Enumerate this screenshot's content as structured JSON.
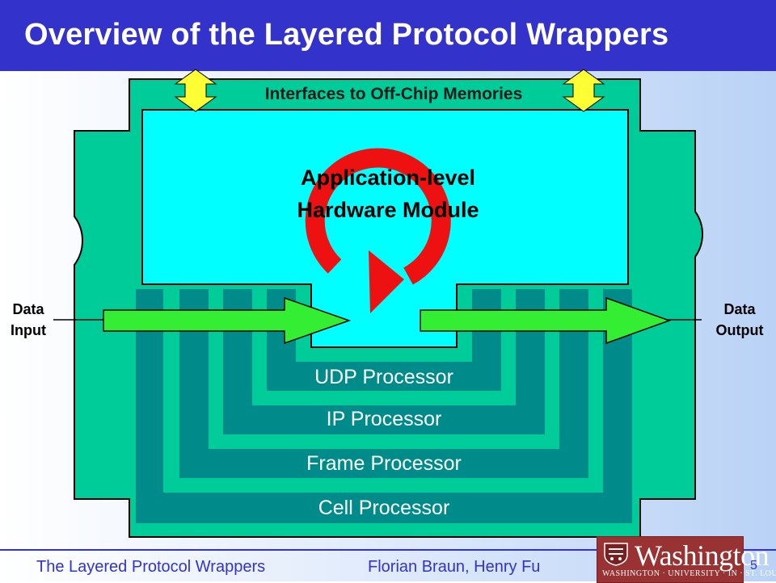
{
  "slide": {
    "title": "Overview of the Layered Protocol Wrappers",
    "page_number": "5"
  },
  "diagram": {
    "interfaces_label": "Interfaces to Off-Chip Memories",
    "app_module_line1": "Application-level",
    "app_module_line2": "Hardware Module",
    "data_input_line1": "Data",
    "data_input_line2": "Input",
    "data_output_line1": "Data",
    "data_output_line2": "Output",
    "processors": [
      "UDP Processor",
      "IP Processor",
      "Frame Processor",
      "Cell Processor"
    ]
  },
  "footer": {
    "left_text": "The Layered Protocol Wrappers",
    "authors": "Florian Braun, Henry Fu",
    "logo_word": "Washington",
    "logo_subtitle": "WASHINGTON · UNIVERSITY · IN · ST. LOUIS"
  },
  "colors": {
    "title_bar": "#3333cc",
    "board": "#00cc99",
    "dark_layer": "#008b8b",
    "light_layer": "#00cc99",
    "app_module": "#00ffff",
    "arrow_green": "#33ee33",
    "memory_arrow": "#ffff33",
    "loop_red": "#ee1111",
    "logo": "#993333"
  }
}
